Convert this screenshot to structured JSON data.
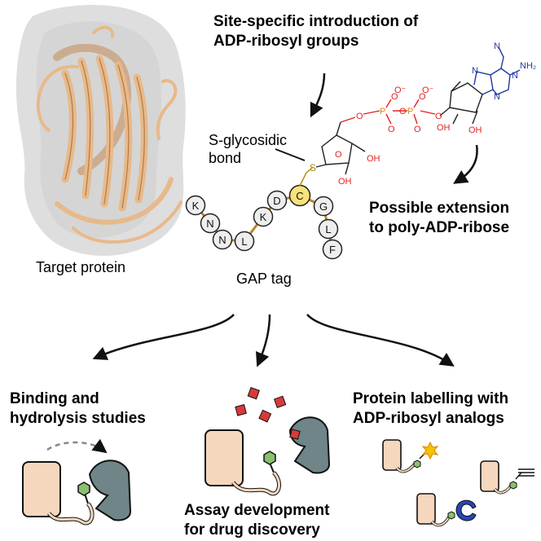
{
  "headline_top": {
    "line1": "Site-specific introduction of",
    "line2": "ADP-ribosyl groups"
  },
  "bond_label": {
    "line1": "S-glycosidic",
    "line2": "bond"
  },
  "extension_label": {
    "line1": "Possible extension",
    "line2": "to poly-ADP-ribose"
  },
  "target_protein_label": "Target protein",
  "gap_tag_label": "GAP tag",
  "gap_tag_residues": [
    "K",
    "N",
    "N",
    "L",
    "K",
    "D",
    "C",
    "G",
    "L",
    "F"
  ],
  "molecule": {
    "sulfur": "S",
    "hydroxyls": [
      "OH",
      "OH",
      "OH",
      "OH"
    ],
    "oxygens": [
      "O",
      "O",
      "O",
      "O",
      "O",
      "O",
      "O",
      "O"
    ],
    "phosphorus": [
      "P",
      "P"
    ],
    "charges": [
      "O⁻",
      "O⁻"
    ],
    "adenine_nitrogens": [
      "N",
      "N",
      "N",
      "N"
    ],
    "amine": "NH₂"
  },
  "applications": {
    "binding": {
      "line1": "Binding and",
      "line2": "hydrolysis studies"
    },
    "assay": {
      "line1": "Assay development",
      "line2": "for drug discovery"
    },
    "labelling": {
      "line1": "Protein labelling with",
      "line2": "ADP-ribosyl analogs"
    }
  },
  "colors": {
    "ribbon": "#e8b98a",
    "surface": "#d9d9d9",
    "tag_node": "#eeeeee",
    "cysteine": "#f8e27a",
    "linker": "#b8862b",
    "phosphate_red": "#e32222",
    "adenine_blue": "#1d3a9e",
    "phosphorus_orange": "#d6891a",
    "sulfur_gold": "#b08a00",
    "protein_box": "#f5d7bd",
    "enzyme": "#6f8587",
    "ligand_red": "#d83a3a",
    "tag_green": "#8bbf6f",
    "dye_yellow": "#f3c200",
    "clip_blue": "#2646b8"
  },
  "icons": [
    "arrow-icon",
    "protein-box-icon",
    "enzyme-icon",
    "ligand-cube-icon",
    "fluorophore-icon",
    "alkyne-icon"
  ]
}
